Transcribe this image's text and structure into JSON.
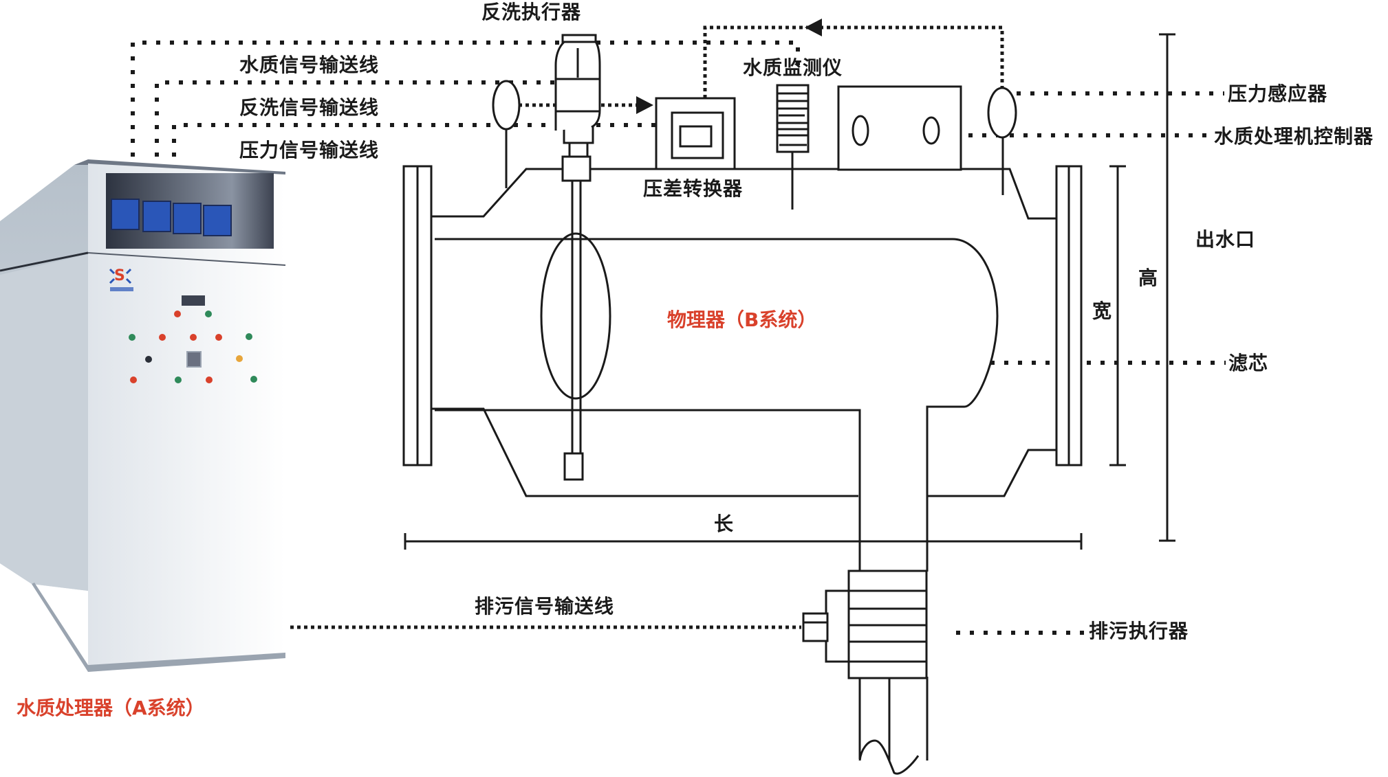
{
  "diagram": {
    "title": "电子水处理器系统示意图",
    "colors": {
      "line": "#1a1a1a",
      "accent_red": "#d9412b",
      "cabinet_face": "#eef0f2",
      "cabinet_side": "#b9c3cc",
      "panel_dark": "#3c4250",
      "display_blue": "#2a56b8"
    },
    "labels": {
      "backwash_actuator": "反洗执行器",
      "water_quality_signal_line": "水质信号输送线",
      "backwash_signal_line": "反洗信号输送线",
      "pressure_signal_line": "压力信号输送线",
      "water_quality_monitor": "水质监测仪",
      "pressure_diff_converter": "压差转换器",
      "pressure_sensor": "压力感应器",
      "controller": "水质处理机控制器",
      "outlet": "出水口",
      "height": "高",
      "width": "宽",
      "filter_element": "滤芯",
      "length": "长",
      "drain_signal_line": "排污信号输送线",
      "drain_actuator": "排污执行器",
      "physical_unit": "物理器（B系统）",
      "water_treatment_unit": "水质处理器（A系统）"
    },
    "cabinet": {
      "logo_letter": "S",
      "displays": 4,
      "indicator_lights": [
        "red",
        "green",
        "green",
        "red",
        "red",
        "red",
        "green",
        "dark",
        "orange",
        "red",
        "green",
        "red",
        "green"
      ]
    }
  }
}
